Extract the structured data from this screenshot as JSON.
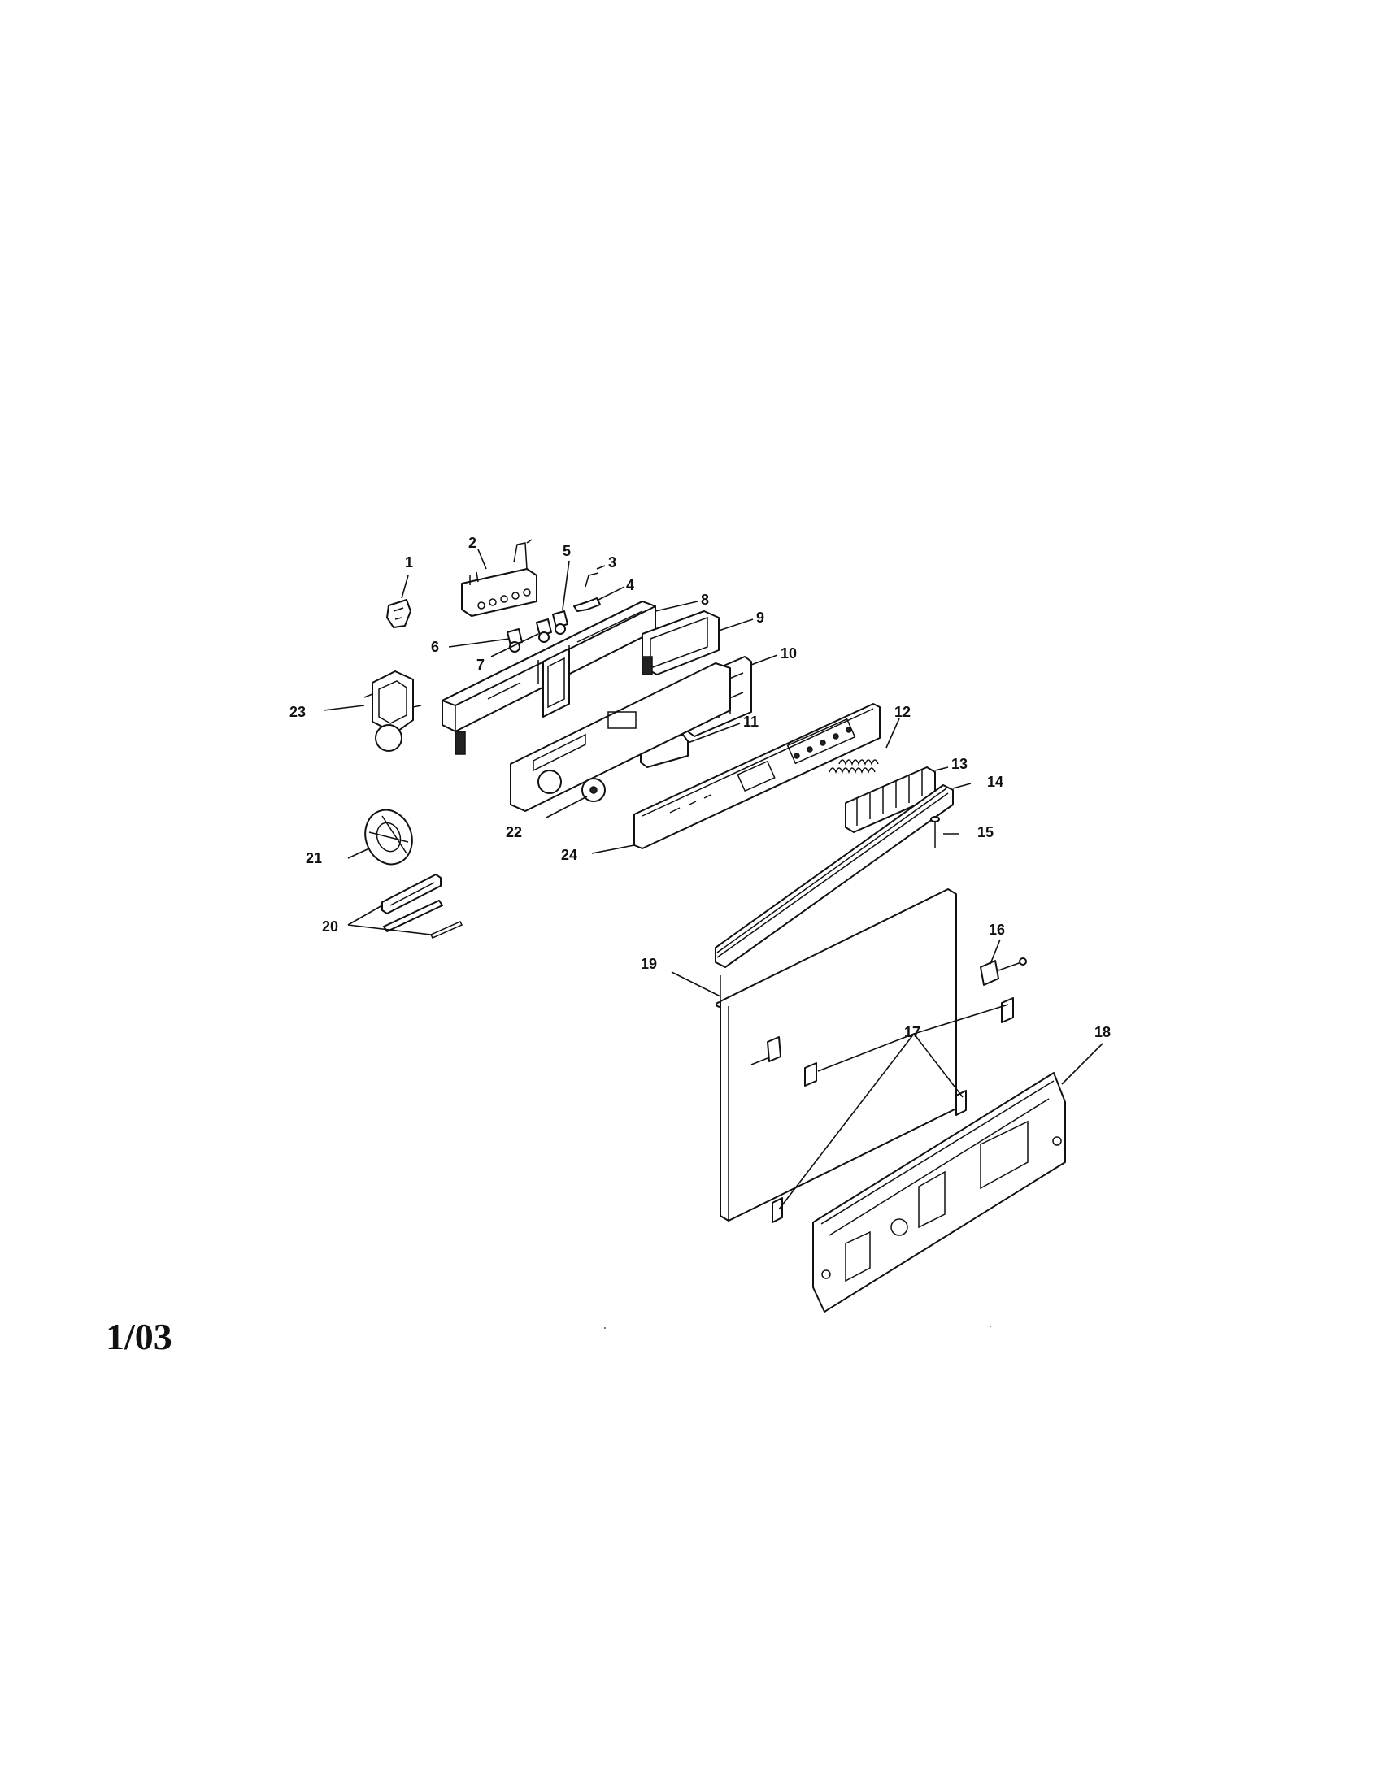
{
  "diagram": {
    "callouts": [
      "1",
      "2",
      "3",
      "4",
      "5",
      "6",
      "7",
      "8",
      "9",
      "10",
      "11",
      "12",
      "13",
      "14",
      "15",
      "16",
      "17",
      "18",
      "19",
      "20",
      "21",
      "22",
      "23",
      "24"
    ]
  },
  "footer": {
    "page_code": "1/03"
  }
}
